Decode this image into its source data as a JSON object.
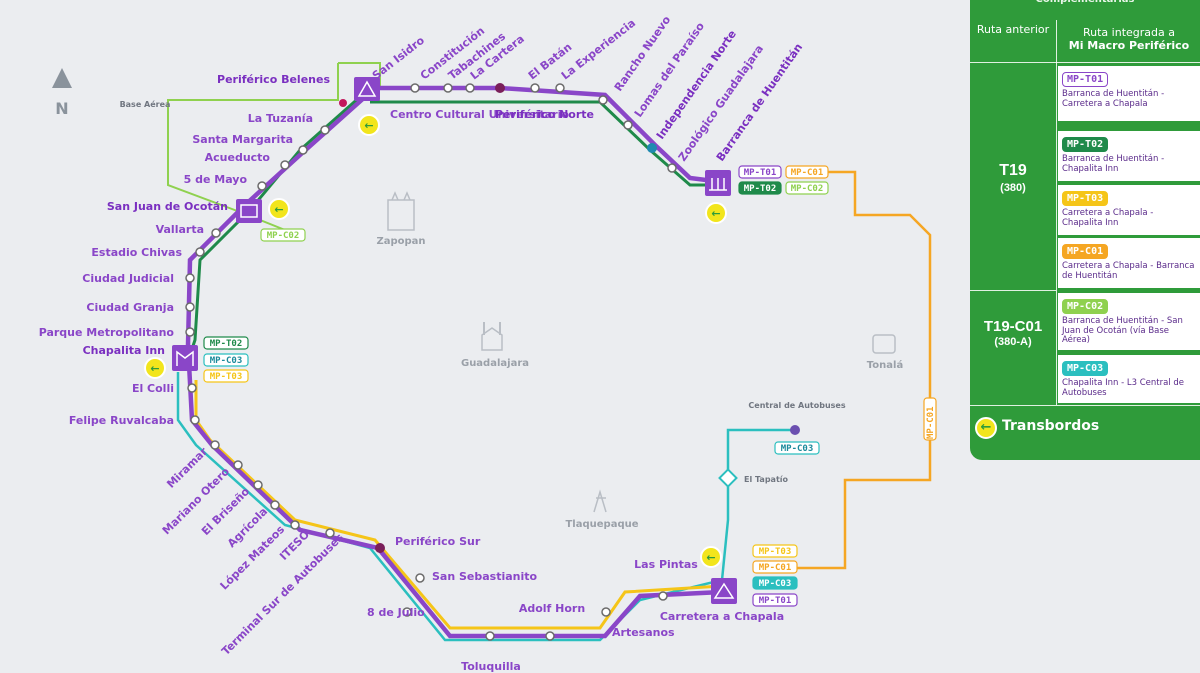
{
  "map": {
    "municipalities": {
      "zapopan": "Zapopan",
      "guadalajara": "Guadalajara",
      "tlaquepaque": "Tlaquepaque",
      "tonala": "Tonalá"
    },
    "compass": "N",
    "base_aerea": "Base Aérea",
    "stations": {
      "san_isidro": "San Isidro",
      "constitucion": "Constitución",
      "tabachines": "Tabachines",
      "la_cartera": "La Cartera",
      "el_batan": "El Batán",
      "la_experiencia": "La Experiencia",
      "rancho_nuevo": "Rancho Nuevo",
      "lomas_del_paraiso": "Lomas del Paraíso",
      "independencia_norte": "Independencia Norte",
      "zoologico": "Zoológico Guadalajara",
      "barranca": "Barranca de Huentitán",
      "periferico_belenes": "Periférico Belenes",
      "centro_cultural": "Centro Cultural Universitario",
      "periferico_norte": "Periférico Norte",
      "la_tuzania": "La Tuzanía",
      "santa_margarita": "Santa Margarita",
      "acueducto": "Acueducto",
      "cinco_de_mayo": "5 de Mayo",
      "san_juan_de_ocotan": "San Juan de Ocotán",
      "vallarta": "Vallarta",
      "estadio_chivas": "Estadio Chivas",
      "ciudad_judicial": "Ciudad Judicial",
      "ciudad_granja": "Ciudad Granja",
      "parque_metropolitano": "Parque Metropolitano",
      "chapalita_inn": "Chapalita Inn",
      "el_colli": "El Colli",
      "felipe_ruvalcaba": "Felipe Ruvalcaba",
      "miramar": "Miramar",
      "mariano_otero": "Mariano Otero",
      "el_briseno": "El Briseño",
      "agricola": "Agrícola",
      "lopez_mateos": "López Mateos",
      "iteso": "ITESO",
      "terminal_sur": "Terminal Sur de Autobuses",
      "periferico_sur": "Periférico Sur",
      "san_sebastianito": "San Sebastianito",
      "ocho_de_julio": "8 de Julio",
      "toluquilla": "Toluquilla",
      "adolf_horn": "Adolf Horn",
      "artesanos": "Artesanos",
      "las_pintas": "Las Pintas",
      "carretera_a_chapala": "Carretera a Chapala",
      "central_de_autobuses": "Central de Autobuses",
      "el_tapatio": "El Tapatío"
    },
    "badges": {
      "mp_t01": "MP-T01",
      "mp_t02": "MP-T02",
      "mp_t03": "MP-T03",
      "mp_c01": "MP-C01",
      "mp_c02": "MP-C02",
      "mp_c03": "MP-C03"
    },
    "colors": {
      "purple": "#8a46c8",
      "green": "#1f8a4a",
      "light_green": "#8fd14f",
      "yellow": "#f5c518",
      "orange": "#f5a623",
      "teal": "#2bbfbf"
    }
  },
  "legend": {
    "header": "Complementarias",
    "col_anterior": "Ruta anterior",
    "col_integrada_1": "Ruta integrada a",
    "col_integrada_2": "Mi Macro Periférico",
    "group1": {
      "name": "T19",
      "sub": "(380)"
    },
    "group2": {
      "name": "T19-C01",
      "sub": "(380-A)"
    },
    "routes": [
      {
        "code": "MP-T01",
        "desc": "Barranca de Huentitán - Carretera a Chapala",
        "color": "#8a46c8"
      },
      {
        "code": "MP-T02",
        "desc": "Barranca de Huentitán - Chapalita Inn",
        "color": "#1f8a4a"
      },
      {
        "code": "MP-T03",
        "desc": "Carretera a Chapala - Chapalita Inn",
        "color": "#f5c518"
      },
      {
        "code": "MP-C01",
        "desc": "Carretera a Chapala - Barranca de Huentitán",
        "color": "#f5a623"
      },
      {
        "code": "MP-C02",
        "desc": "Barranca de Huentitán - San Juan de Ocotán (vía Base Aérea)",
        "color": "#8fd14f"
      },
      {
        "code": "MP-C03",
        "desc": "Chapalita Inn - L3 Central de Autobuses",
        "color": "#2bbfbf"
      }
    ],
    "transbordos": "Transbordos"
  }
}
